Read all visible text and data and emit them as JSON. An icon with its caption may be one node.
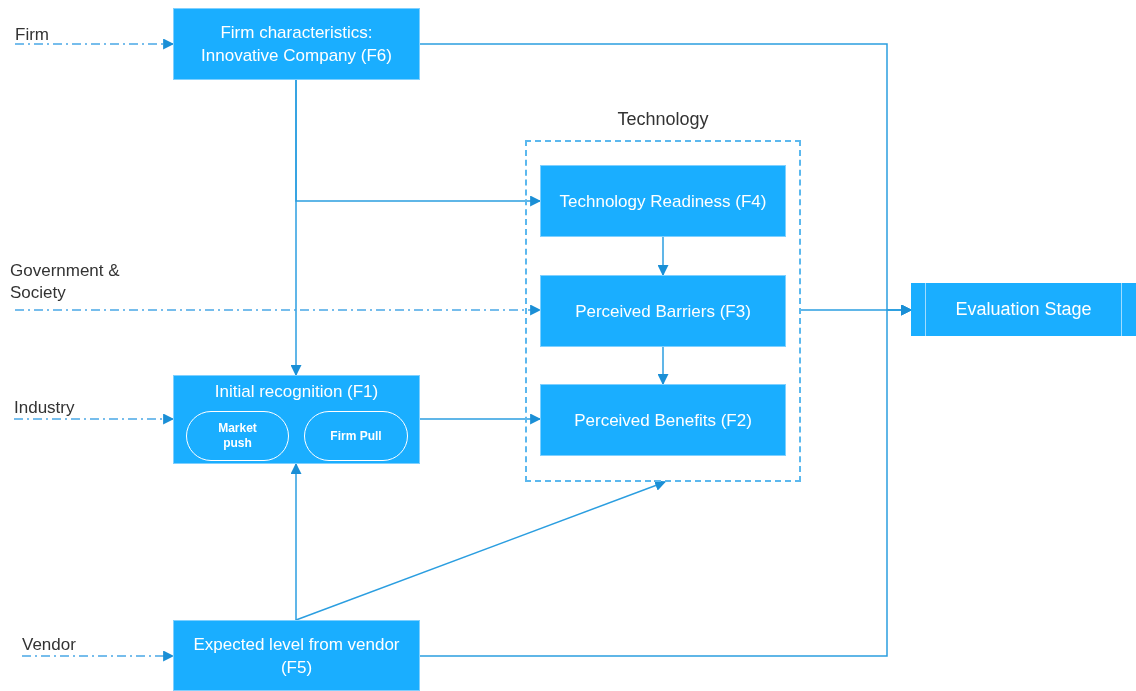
{
  "diagram": {
    "nodes": [
      {
        "text": [
          "Firm"
        ]
      },
      {
        "text": [
          "Firm characteristics: Innovative Company (F6)"
        ]
      },
      {
        "text": [
          "Technology"
        ]
      },
      {
        "text": [
          "Technology Readiness (F4)"
        ],
        "in": 2
      },
      {
        "text": [
          "Perceived Barriers (F3)"
        ],
        "in": 2
      },
      {
        "text": [
          "Perceived Benefits (F2)"
        ],
        "in": 2
      },
      {
        "text": [
          "Government & Society"
        ]
      },
      {
        "text": [
          "Evaluation Stage"
        ]
      },
      {
        "text": [
          "Industry"
        ]
      },
      {
        "text": [
          "Initial recognition (F1)"
        ]
      },
      {
        "text": [
          "Market push"
        ],
        "in": 9
      },
      {
        "text": [
          "Firm Pull"
        ],
        "in": 9
      },
      {
        "text": [
          "Vendor"
        ]
      },
      {
        "text": [
          "Expected level from vendor (F5)"
        ]
      }
    ],
    "edges": [
      {
        "from": 0,
        "to": 1,
        "arrow": "to",
        "style": "dashed"
      },
      {
        "from": 1,
        "to": 9,
        "arrow": "to"
      },
      {
        "from": 1,
        "to": 3,
        "arrow": "to"
      },
      {
        "from": 6,
        "to": 4,
        "arrow": "to",
        "style": "dashed"
      },
      {
        "from": 3,
        "to": 4,
        "arrow": "to"
      },
      {
        "from": 4,
        "to": 5,
        "arrow": "to"
      },
      {
        "from": 8,
        "to": 9,
        "arrow": "to",
        "style": "dashed"
      },
      {
        "from": 9,
        "to": 5,
        "arrow": "to"
      },
      {
        "from": 13,
        "to": 9,
        "arrow": "to"
      },
      {
        "from": 13,
        "to": 2,
        "arrow": "to"
      },
      {
        "from": 2,
        "to": 7,
        "arrow": "to"
      },
      {
        "from": 1,
        "to": 7,
        "arrow": "to"
      },
      {
        "from": 13,
        "to": 7,
        "arrow": "to"
      },
      {
        "from": 12,
        "to": 13,
        "arrow": "to",
        "style": "dashed"
      }
    ]
  }
}
